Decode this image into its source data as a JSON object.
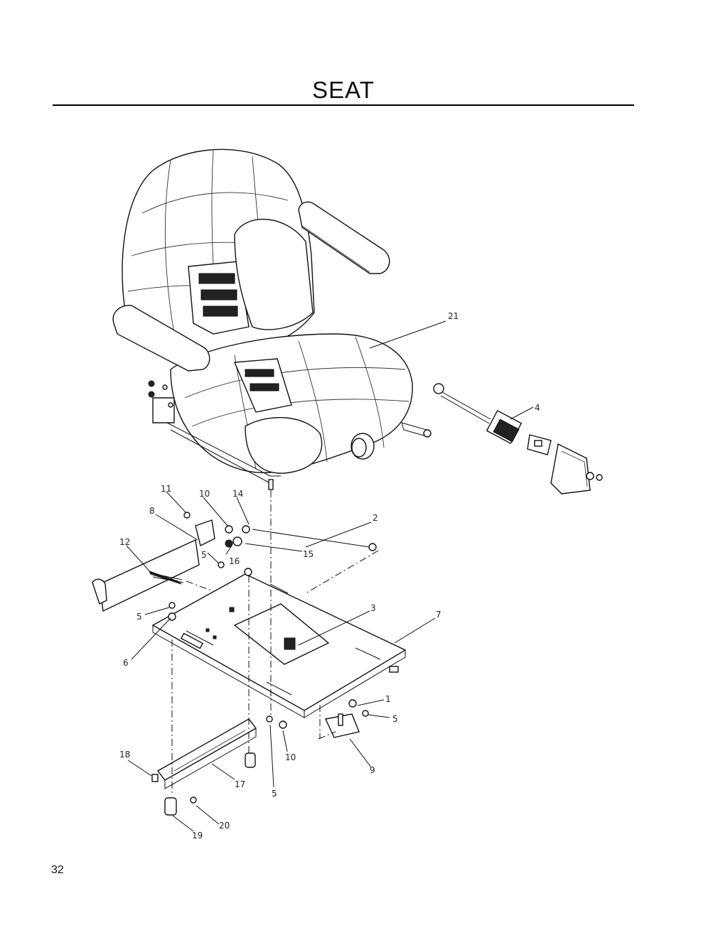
{
  "page": {
    "title": "SEAT",
    "page_number": "32"
  },
  "callouts": [
    {
      "id": "c1",
      "text": "1"
    },
    {
      "id": "c2",
      "text": "2"
    },
    {
      "id": "c3",
      "text": "3"
    },
    {
      "id": "c4",
      "text": "4"
    },
    {
      "id": "c5a",
      "text": "5"
    },
    {
      "id": "c5b",
      "text": "5"
    },
    {
      "id": "c5c",
      "text": "5"
    },
    {
      "id": "c5d",
      "text": "5"
    },
    {
      "id": "c6",
      "text": "6"
    },
    {
      "id": "c7",
      "text": "7"
    },
    {
      "id": "c8",
      "text": "8"
    },
    {
      "id": "c9",
      "text": "9"
    },
    {
      "id": "c10a",
      "text": "10"
    },
    {
      "id": "c10b",
      "text": "10"
    },
    {
      "id": "c11",
      "text": "11"
    },
    {
      "id": "c12",
      "text": "12"
    },
    {
      "id": "c14",
      "text": "14"
    },
    {
      "id": "c15",
      "text": "15"
    },
    {
      "id": "c16",
      "text": "16"
    },
    {
      "id": "c17",
      "text": "17"
    },
    {
      "id": "c18",
      "text": "18"
    },
    {
      "id": "c19",
      "text": "19"
    },
    {
      "id": "c20",
      "text": "20"
    },
    {
      "id": "c21",
      "text": "21"
    }
  ]
}
